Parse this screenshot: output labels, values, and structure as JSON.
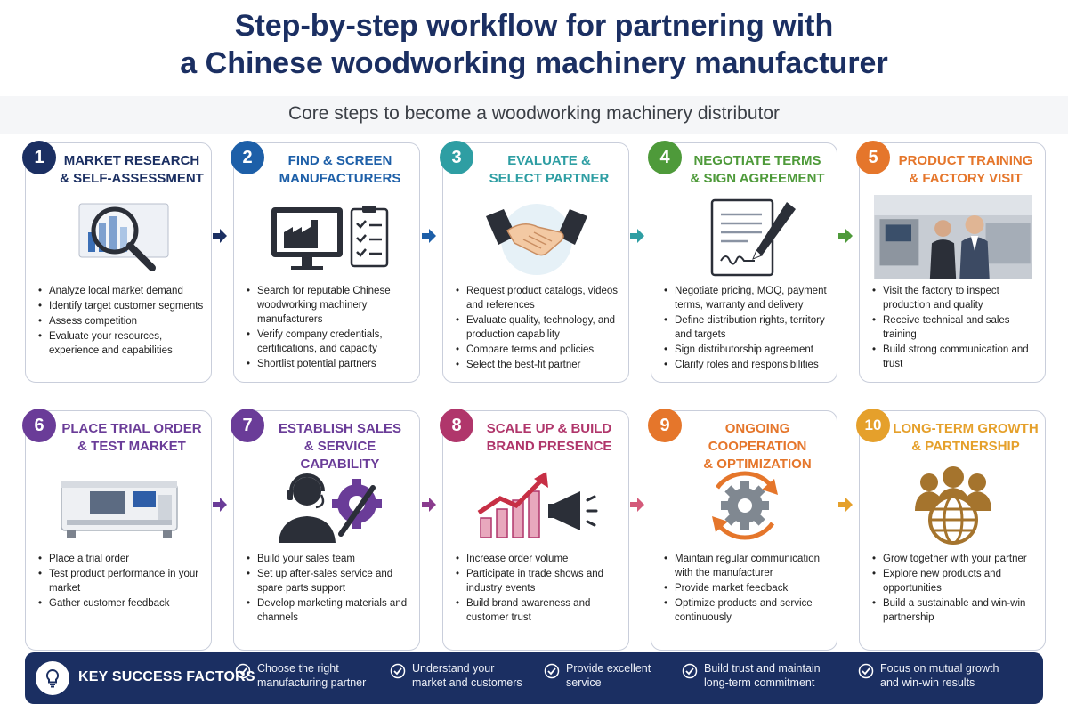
{
  "header": {
    "title_line1": "Step-by-step workflow for partnering with",
    "title_line2": "a Chinese woodworking machinery manufacturer",
    "subtitle": "Core steps to become a woodworking machinery distributor"
  },
  "colors": {
    "navy": "#1b2f62",
    "blue": "#1d5fa8",
    "teal": "#2e9ea3",
    "green": "#4e9a3a",
    "orange": "#e5762b",
    "purple": "#6a3c98",
    "magenta": "#b0366b",
    "gold": "#e5a02b"
  },
  "steps": [
    {
      "number": "1",
      "title_line1": "MARKET RESEARCH",
      "title_line2": "& SELF-ASSESSMENT",
      "icon": "magnifier-chart-icon",
      "bullets": [
        "Analyze local market demand",
        "Identify target customer segments",
        "Assess competition",
        "Evaluate your resources, experience and capabilities"
      ]
    },
    {
      "number": "2",
      "title_line1": "FIND & SCREEN",
      "title_line2": "MANUFACTURERS",
      "icon": "factory-monitor-checklist-icon",
      "bullets": [
        "Search for reputable Chinese woodworking machinery manufacturers",
        "Verify company credentials, certifications, and capacity",
        "Shortlist potential partners"
      ]
    },
    {
      "number": "3",
      "title_line1": "EVALUATE &",
      "title_line2": "SELECT PARTNER",
      "icon": "handshake-icon",
      "bullets": [
        "Request product catalogs, videos and references",
        "Evaluate quality, technology, and production capability",
        "Compare terms and policies",
        "Select the best-fit partner"
      ]
    },
    {
      "number": "4",
      "title_line1": "NEGOTIATE TERMS",
      "title_line2": "& SIGN AGREEMENT",
      "icon": "contract-pen-icon",
      "bullets": [
        "Negotiate pricing, MOQ, payment terms, warranty and delivery",
        "Define distribution rights, territory and targets",
        "Sign distributorship agreement",
        "Clarify roles and responsibilities"
      ]
    },
    {
      "number": "5",
      "title_line1": "PRODUCT TRAINING",
      "title_line2": "& FACTORY VISIT",
      "icon": "factory-visit-photo-icon",
      "bullets": [
        "Visit the factory to inspect production and quality",
        "Receive technical and sales training",
        "Build strong communication and trust"
      ]
    },
    {
      "number": "6",
      "title_line1": "PLACE TRIAL ORDER",
      "title_line2": "& TEST MARKET",
      "icon": "machine-icon",
      "bullets": [
        "Place a trial order",
        "Test product performance in your market",
        "Gather customer feedback"
      ]
    },
    {
      "number": "7",
      "title_line1": "ESTABLISH SALES",
      "title_line2": "& SERVICE CAPABILITY",
      "icon": "support-agent-gear-icon",
      "bullets": [
        "Build your sales team",
        "Set up after-sales service and spare parts support",
        "Develop marketing materials and channels"
      ]
    },
    {
      "number": "8",
      "title_line1": "SCALE UP & BUILD",
      "title_line2": "BRAND PRESENCE",
      "icon": "growth-chart-megaphone-icon",
      "bullets": [
        "Increase order volume",
        "Participate in trade shows and industry events",
        "Build brand awareness and customer trust"
      ]
    },
    {
      "number": "9",
      "title_line1": "ONGOING COOPERATION",
      "title_line2": "& OPTIMIZATION",
      "icon": "gear-cycle-icon",
      "bullets": [
        "Maintain regular communication with the manufacturer",
        "Provide market feedback",
        "Optimize products and service continuously"
      ]
    },
    {
      "number": "10",
      "title_line1": "LONG-TERM GROWTH",
      "title_line2": "& PARTNERSHIP",
      "icon": "people-globe-icon",
      "bullets": [
        "Grow together with your partner",
        "Explore new products and opportunities",
        "Build a sustainable and win-win partnership"
      ]
    }
  ],
  "footer": {
    "title": "KEY SUCCESS FACTORS",
    "factors": [
      {
        "line1": "Choose the right",
        "line2": "manufacturing partner"
      },
      {
        "line1": "Understand your",
        "line2": "market and customers"
      },
      {
        "line1": "Provide excellent",
        "line2": "service"
      },
      {
        "line1": "Build trust and maintain",
        "line2": "long-term commitment"
      },
      {
        "line1": "Focus on mutual growth",
        "line2": "and win-win results"
      }
    ]
  }
}
